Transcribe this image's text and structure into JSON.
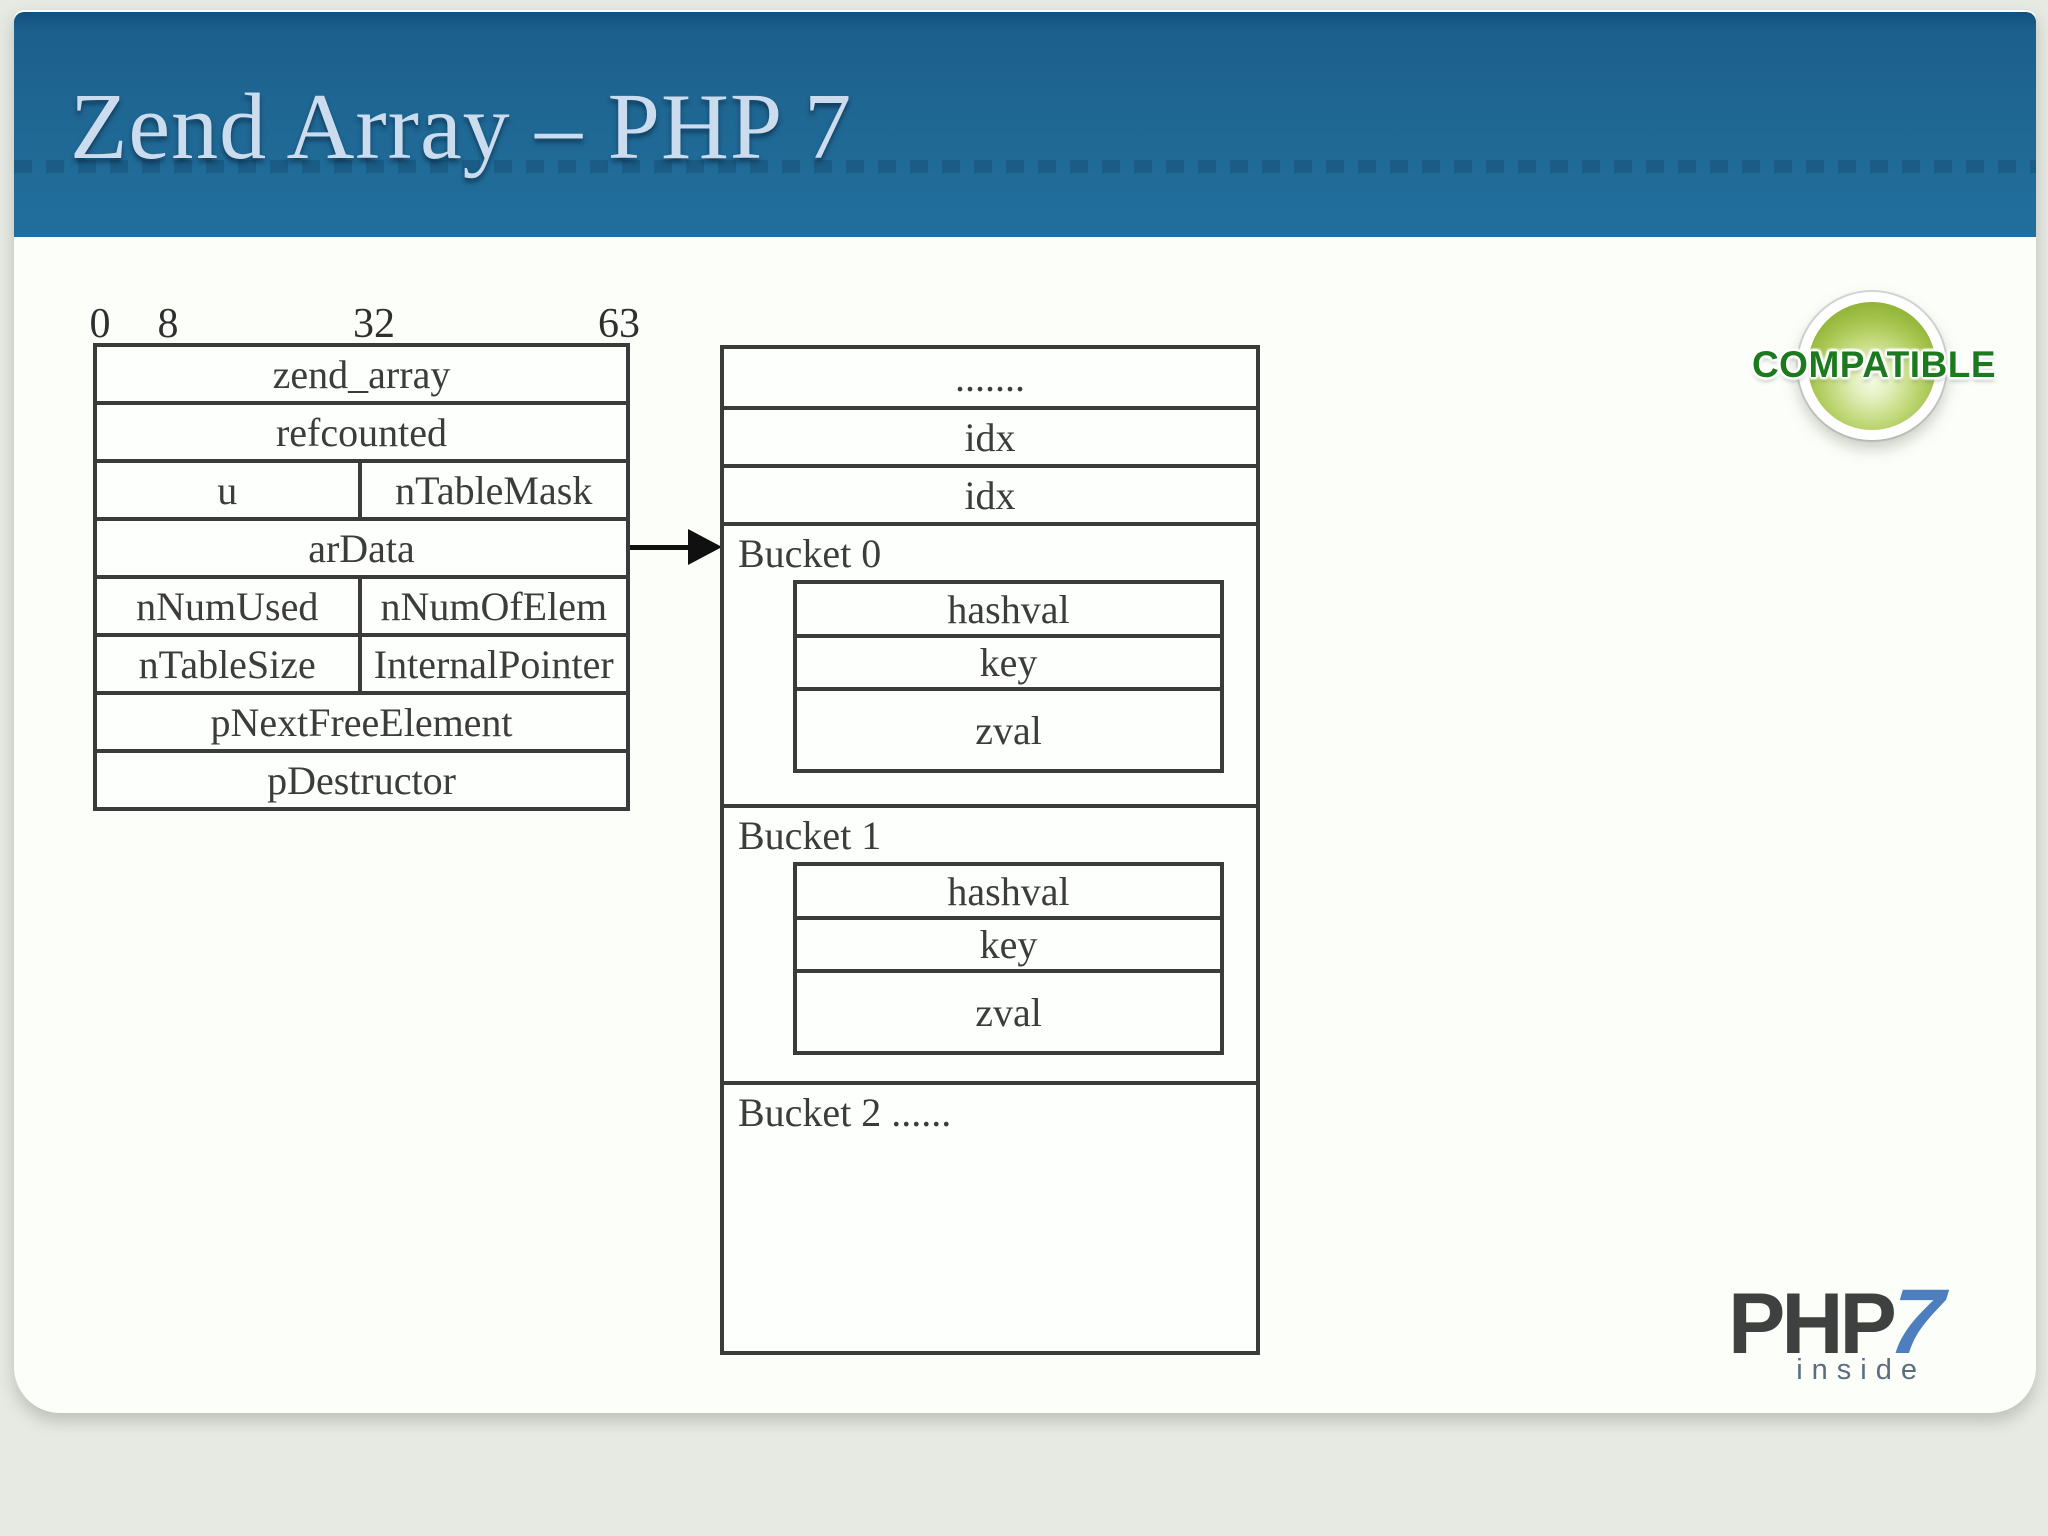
{
  "page": {
    "title": "Zend Array – PHP 7"
  },
  "left_table": {
    "bit_labels": [
      "0",
      "8",
      "32",
      "63"
    ],
    "rows": [
      {
        "cells": [
          "zend_array"
        ]
      },
      {
        "cells": [
          "refcounted"
        ]
      },
      {
        "cells": [
          "u",
          "nTableMask"
        ]
      },
      {
        "cells": [
          "arData"
        ]
      },
      {
        "cells": [
          "nNumUsed",
          "nNumOfElem"
        ]
      },
      {
        "cells": [
          "nTableSize",
          "InternalPointer"
        ]
      },
      {
        "cells": [
          "pNextFreeElement"
        ]
      },
      {
        "cells": [
          "pDestructor"
        ]
      }
    ]
  },
  "hash_table": {
    "dots_row": ".......",
    "idx_rows": [
      "idx",
      "idx"
    ],
    "buckets": [
      {
        "label": "Bucket 0",
        "fields": [
          "hashval",
          "key",
          "zval"
        ]
      },
      {
        "label": "Bucket 1",
        "fields": [
          "hashval",
          "key",
          "zval"
        ]
      },
      {
        "label": "Bucket 2 ......",
        "fields": []
      }
    ]
  },
  "badges": {
    "compatible": "COMPATIBLE",
    "php_logo": {
      "php": "PHP",
      "seven": "7",
      "inside": "inside"
    }
  },
  "colors": {
    "header_blue": "#216f9d",
    "title_text": "#cbdcee",
    "diagram_border": "#3b3b3b",
    "compatible_green": "#1b7a1d",
    "php_blue": "#4d7fbe",
    "page_background": "#e7e9e3"
  }
}
